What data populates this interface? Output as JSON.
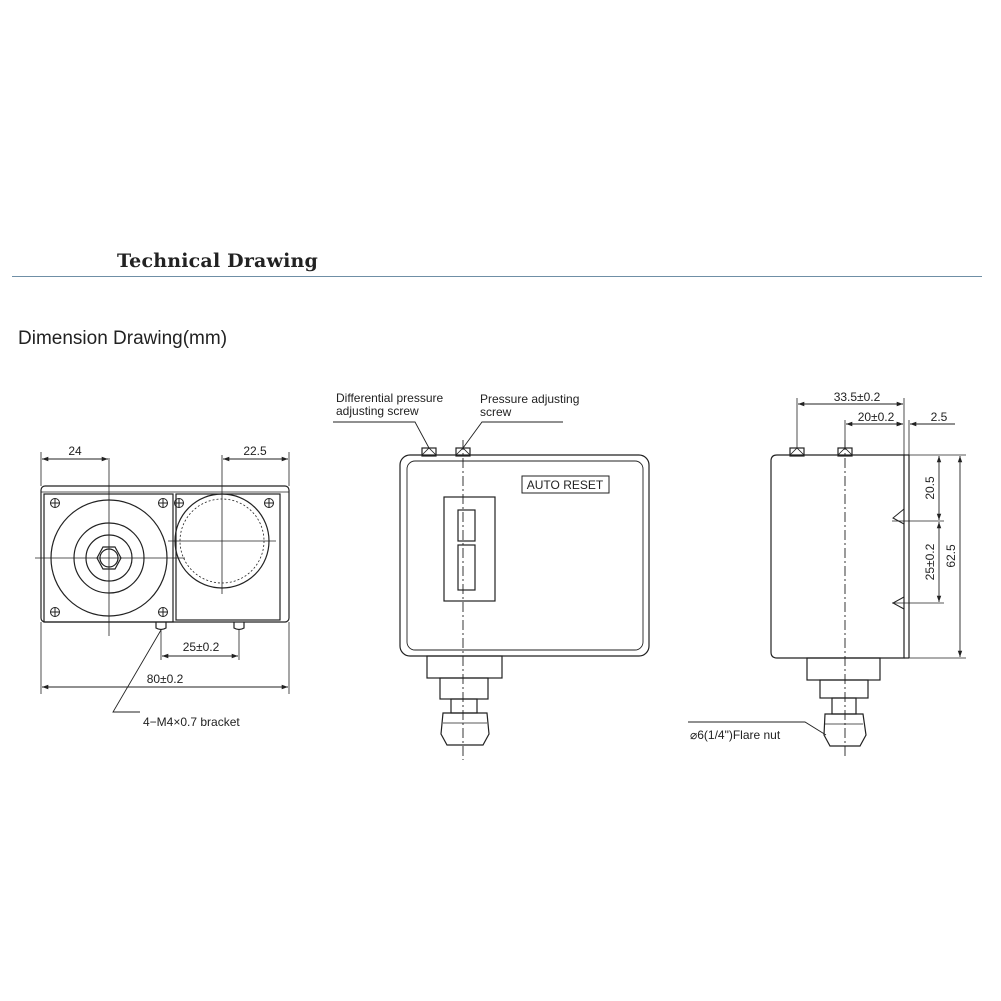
{
  "section_title": "Technical Drawing",
  "drawing_title": "Dimension Drawing(mm)",
  "front_view": {
    "dim_left_width": "24",
    "dim_right_width": "22.5",
    "dim_bracket_spacing": "25±0.2",
    "dim_total_width": "80±0.2",
    "bracket_label": "4−M4×0.7 bracket"
  },
  "side_view": {
    "label_differential_screw_line1": "Differential pressure",
    "label_differential_screw_line2": "adjusting screw",
    "label_pressure_screw_line1": "Pressure adjusting",
    "label_pressure_screw_line2": "screw",
    "badge": "AUTO RESET"
  },
  "right_view": {
    "dim_depth": "33.5±0.2",
    "dim_screw_offset": "20±0.2",
    "dim_flange": "2.5",
    "dim_top_hole": "20.5",
    "dim_hole_spacing": "25±0.2",
    "dim_height": "62.5",
    "flare_nut_label": "⌀6(1/4\")Flare nut"
  }
}
